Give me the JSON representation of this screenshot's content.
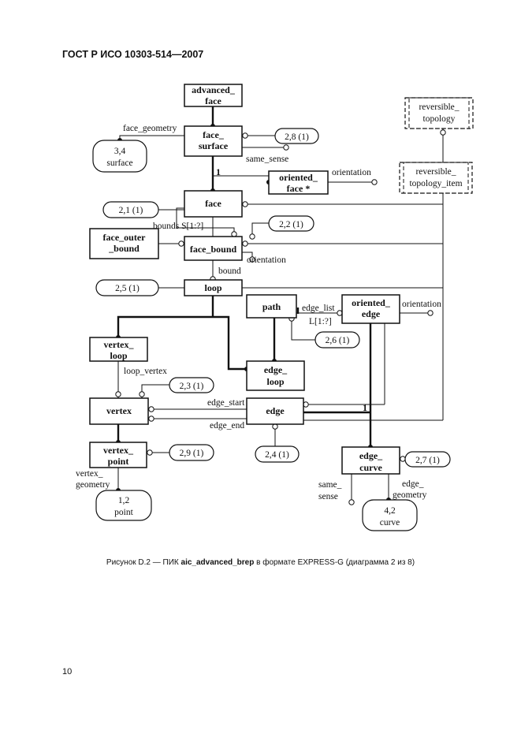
{
  "document": {
    "header": "ГОСТ Р ИСО 10303-514—2007",
    "page_number": "10",
    "caption_parts": [
      "Рисунок D.2 — ПИК ",
      "aic_advanced_brep",
      " в формате EXPRESS-G (диаграмма 2 из 8)"
    ]
  },
  "diagram": {
    "entities": {
      "advanced_face": [
        "advanced_",
        "face"
      ],
      "face_surface": [
        "face_",
        "surface"
      ],
      "face": [
        "face"
      ],
      "face_outer_bound": [
        "face_outer",
        "_bound"
      ],
      "face_bound": [
        "face_bound"
      ],
      "loop": [
        "loop"
      ],
      "path": [
        "path"
      ],
      "oriented_edge": [
        "oriented_",
        "edge"
      ],
      "vertex_loop": [
        "vertex_",
        "loop"
      ],
      "edge_loop": [
        "edge_",
        "loop"
      ],
      "vertex": [
        "vertex"
      ],
      "edge": [
        "edge"
      ],
      "vertex_point": [
        "vertex_",
        "point"
      ],
      "edge_curve": [
        "edge_",
        "curve"
      ],
      "oriented_face": [
        "oriented_",
        "face *"
      ]
    },
    "refs": {
      "reversible_topology": [
        "reversible_",
        "topology"
      ],
      "reversible_topology_item": [
        "reversible_",
        "topology_item"
      ]
    },
    "page_refs": {
      "surface": [
        "3,4",
        "surface"
      ],
      "point": [
        "1,2",
        "point"
      ],
      "curve": [
        "4,2",
        "curve"
      ],
      "r28": "2,8 (1)",
      "r21": "2,1 (1)",
      "r22": "2,2 (1)",
      "r25": "2,5 (1)",
      "r26": "2,6 (1)",
      "r23": "2,3 (1)",
      "r29": "2,9 (1)",
      "r24": "2,4 (1)",
      "r27": "2,7 (1)"
    },
    "labels": {
      "face_geometry": "face_geometry",
      "same_sense_1": "same_sense",
      "one_a": "1",
      "orientation_1": "orientation",
      "bounds": "bounds S[1:?]",
      "orientation_2": "orientation",
      "bound": "bound",
      "edge_list": "edge_list",
      "edge_list_card": "L[1:?]",
      "orientation_3": "orientation",
      "loop_vertex": "loop_vertex",
      "edge_start": "edge_start",
      "edge_end": "edge_end",
      "one_b": "1",
      "vertex_geometry": [
        "vertex_",
        "geometry"
      ],
      "same_sense_2": [
        "same_",
        "sense"
      ],
      "edge_geometry": [
        "edge_",
        "geometry"
      ]
    }
  }
}
